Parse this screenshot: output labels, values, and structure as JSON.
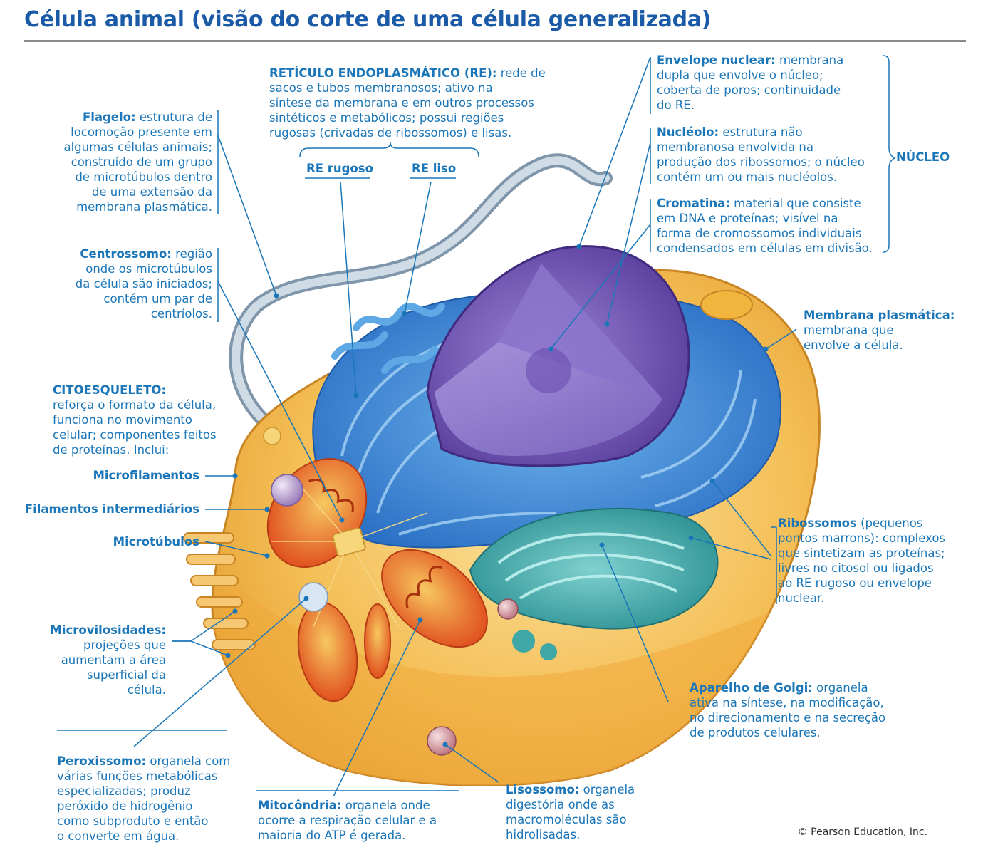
{
  "title": "Célula animal (visão do corte de uma célula generalizada)",
  "copyright": "© Pearson Education, Inc.",
  "labels": {
    "flagelo": {
      "head": "Flagelo:",
      "lines": [
        " estrutura de",
        "locomoção presente em",
        "algumas células animais;",
        "construído de um grupo",
        "de microtúbulos dentro",
        "de uma extensão da",
        "membrana plasmática."
      ]
    },
    "centrossomo": {
      "head": "Centrossomo:",
      "lines": [
        " região",
        "onde os microtúbulos",
        "da célula são iniciados;",
        "contém um par de",
        "centríolos."
      ]
    },
    "citoesqueleto": {
      "head": "CITOESQUELETO:",
      "lines": [
        "reforça o formato da célula,",
        "funciona no movimento",
        "celular; componentes feitos",
        "de proteínas. Inclui:"
      ]
    },
    "microfilamentos": "Microfilamentos",
    "filamentos": "Filamentos intermediários",
    "microtubulos": "Microtúbulos",
    "microvilosidades": {
      "head": "Microvilosidades:",
      "lines": [
        "projeções que",
        "aumentam a área",
        "superficial da",
        "célula."
      ]
    },
    "peroxissomo": {
      "head": "Peroxissomo:",
      "lines": [
        " organela com",
        "várias funções metabólicas",
        "especializadas; produz",
        "peróxido de hidrogênio",
        "como subproduto e então",
        "o converte em água."
      ]
    },
    "mitocondria": {
      "head": "Mitocôndria:",
      "lines": [
        " organela onde",
        "ocorre a respiração celular e a",
        "maioria do ATP é gerada."
      ]
    },
    "lisossomo": {
      "head": "Lisossomo:",
      "lines": [
        " organela",
        "digestória onde as",
        "macromoléculas são",
        "hidrolisadas."
      ]
    },
    "golgi": {
      "head": "Aparelho de Golgi:",
      "lines": [
        " organela",
        "ativa na síntese, na modificação,",
        "no direcionamento e na secreção",
        "de produtos celulares."
      ]
    },
    "ribossomos": {
      "head": "Ribossomos",
      "lines": [
        " (pequenos",
        "pontos marrons): complexos",
        "que sintetizam as proteínas;",
        "livres no citosol ou ligados",
        "ao RE rugoso ou envelope",
        "nuclear."
      ]
    },
    "membrana": {
      "head": "Membrana plasmática:",
      "lines": [
        "membrana que",
        "envolve a célula."
      ]
    },
    "re": {
      "head": "RETÍCULO ENDOPLASMÁTICO (RE):",
      "lines": [
        " rede de",
        "sacos e tubos membranosos; ativo na",
        "síntese da membrana e em outros processos",
        "sintéticos e metabólicos; possui regiões",
        "rugosas (crivadas de ribossomos) e lisas."
      ]
    },
    "re_rugoso": "RE rugoso",
    "re_liso": "RE liso",
    "envelope": {
      "head": "Envelope nuclear:",
      "lines": [
        " membrana",
        "dupla que envolve o núcleo;",
        "coberta de poros; continuidade",
        "do RE."
      ]
    },
    "nucleolo": {
      "head": "Nucléolo:",
      "lines": [
        " estrutura não",
        "membranosa envolvida na",
        "produção dos ribossomos; o núcleo",
        "contém um ou mais nucléolos."
      ]
    },
    "cromatina": {
      "head": "Cromatina:",
      "lines": [
        " material que consiste",
        "em DNA e proteínas; visível na",
        "forma de cromossomos individuais",
        "condensados em células em divisão."
      ]
    },
    "nucleo": "NÚCLEO"
  },
  "colors": {
    "title": "#1a5aa6",
    "label": "#1a76b8",
    "cytoplasm": "#f2b84a",
    "er": "#3f8ad6",
    "nucleus": "#7a5cb8",
    "golgi": "#3fa7a6",
    "mitochondria": "#e8632a"
  }
}
